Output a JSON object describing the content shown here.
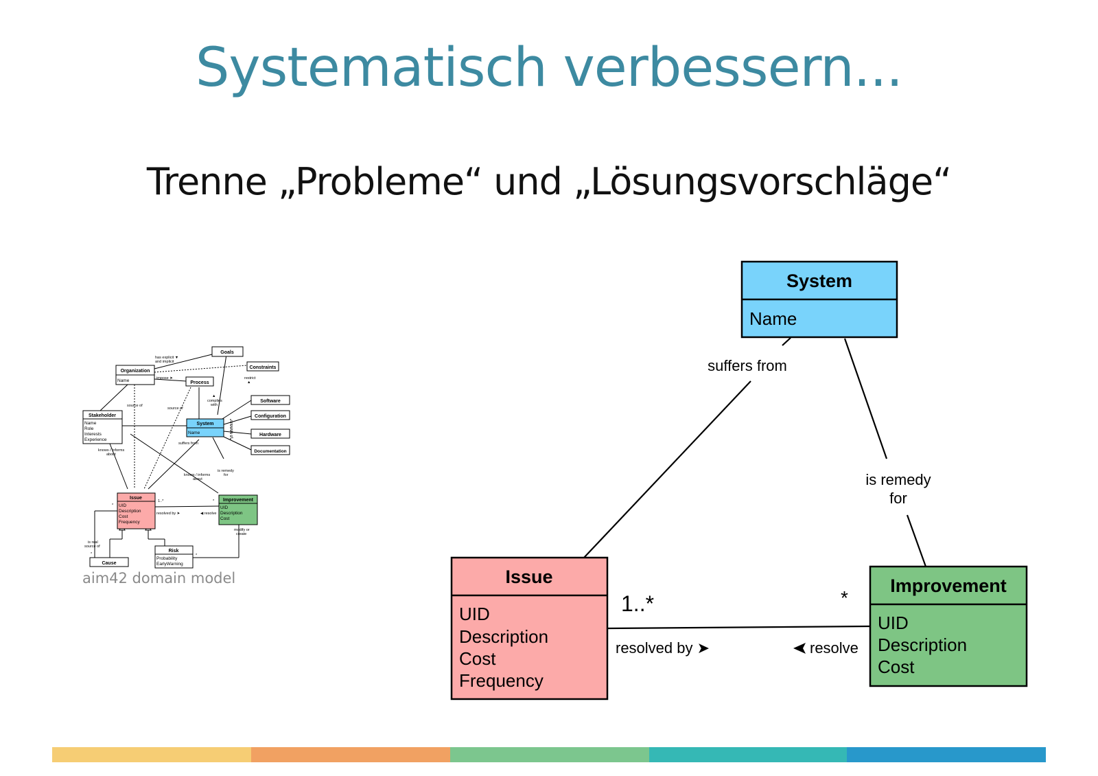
{
  "slide": {
    "title": "Systematisch verbessern...",
    "subtitle": "Trenne „Probleme“ und „Lösungsvorschläge“",
    "thumbnail_caption": "aim42 domain model"
  },
  "colors": {
    "title": "#3d8aa1",
    "system_fill": "#79d3fb",
    "issue_fill": "#fcaaa9",
    "improvement_fill": "#7ec584",
    "stripes": [
      "#f6cd74",
      "#f1a162",
      "#7cc68e",
      "#35b8b5",
      "#2898cb"
    ]
  },
  "main_diagram": {
    "system": {
      "name": "System",
      "attributes": [
        "Name"
      ]
    },
    "issue": {
      "name": "Issue",
      "attributes": [
        "UID",
        "Description",
        "Cost",
        "Frequency"
      ]
    },
    "improvement": {
      "name": "Improvement",
      "attributes": [
        "UID",
        "Description",
        "Cost"
      ]
    },
    "labels": {
      "suffers_from": "suffers from",
      "is_remedy_for_1": "is remedy",
      "is_remedy_for_2": "for",
      "resolved_by": "resolved by ➤",
      "resolve": "➤ resolve",
      "mult_issue": "1..*",
      "mult_improvement": "*"
    }
  },
  "mini_diagram": {
    "goals": "Goals",
    "organization": "Organization",
    "organization_attr": "Name",
    "constraints": "Constraints",
    "process": "Process",
    "software": "Software",
    "stakeholder": "Stakeholder",
    "stakeholder_attrs": [
      "Name",
      "Role",
      "Interests",
      "Experience"
    ],
    "configuration": "Configuration",
    "system": "System",
    "system_attr": "Name",
    "hardware": "Hardware",
    "documentation": "Documentation",
    "issue": "Issue",
    "issue_attrs": [
      "UID",
      "Description",
      "Cost",
      "Frequency"
    ],
    "improvement": "Improvement",
    "improvement_attrs": [
      "UID",
      "Description",
      "Cost"
    ],
    "risk": "Risk",
    "risk_attrs": [
      "Probability",
      "EarlyWarning"
    ],
    "cause": "Cause",
    "labels": {
      "has_explicit_1": "has explicit ▼",
      "has_explicit_2": "and implicit",
      "impose": "impose ➤",
      "restrict_1": "restrict",
      "restrict_2": "▲",
      "source_of_a": "source of",
      "source_of_b": "source of",
      "complies_1": "▲",
      "complies_2": "complies",
      "complies_3": "with",
      "consists_of": "consists of",
      "suffers_from": "suffers from",
      "knows_1": "knows / informs",
      "knows_2": "about",
      "knows2_1": "knows / informs",
      "knows2_2": "about",
      "remedy_1": "is remedy",
      "remedy_2": "for",
      "resolved_by": "resolved by ➤",
      "resolve": "◀ resolve",
      "mult_1": "1..*",
      "mult_2": "*",
      "mult_3": "*",
      "modify_1": "modify or",
      "modify_2": "create",
      "real_source_1": "is real",
      "real_source_2": "source of",
      "mult_4": "*",
      "mult_5": "*"
    }
  }
}
